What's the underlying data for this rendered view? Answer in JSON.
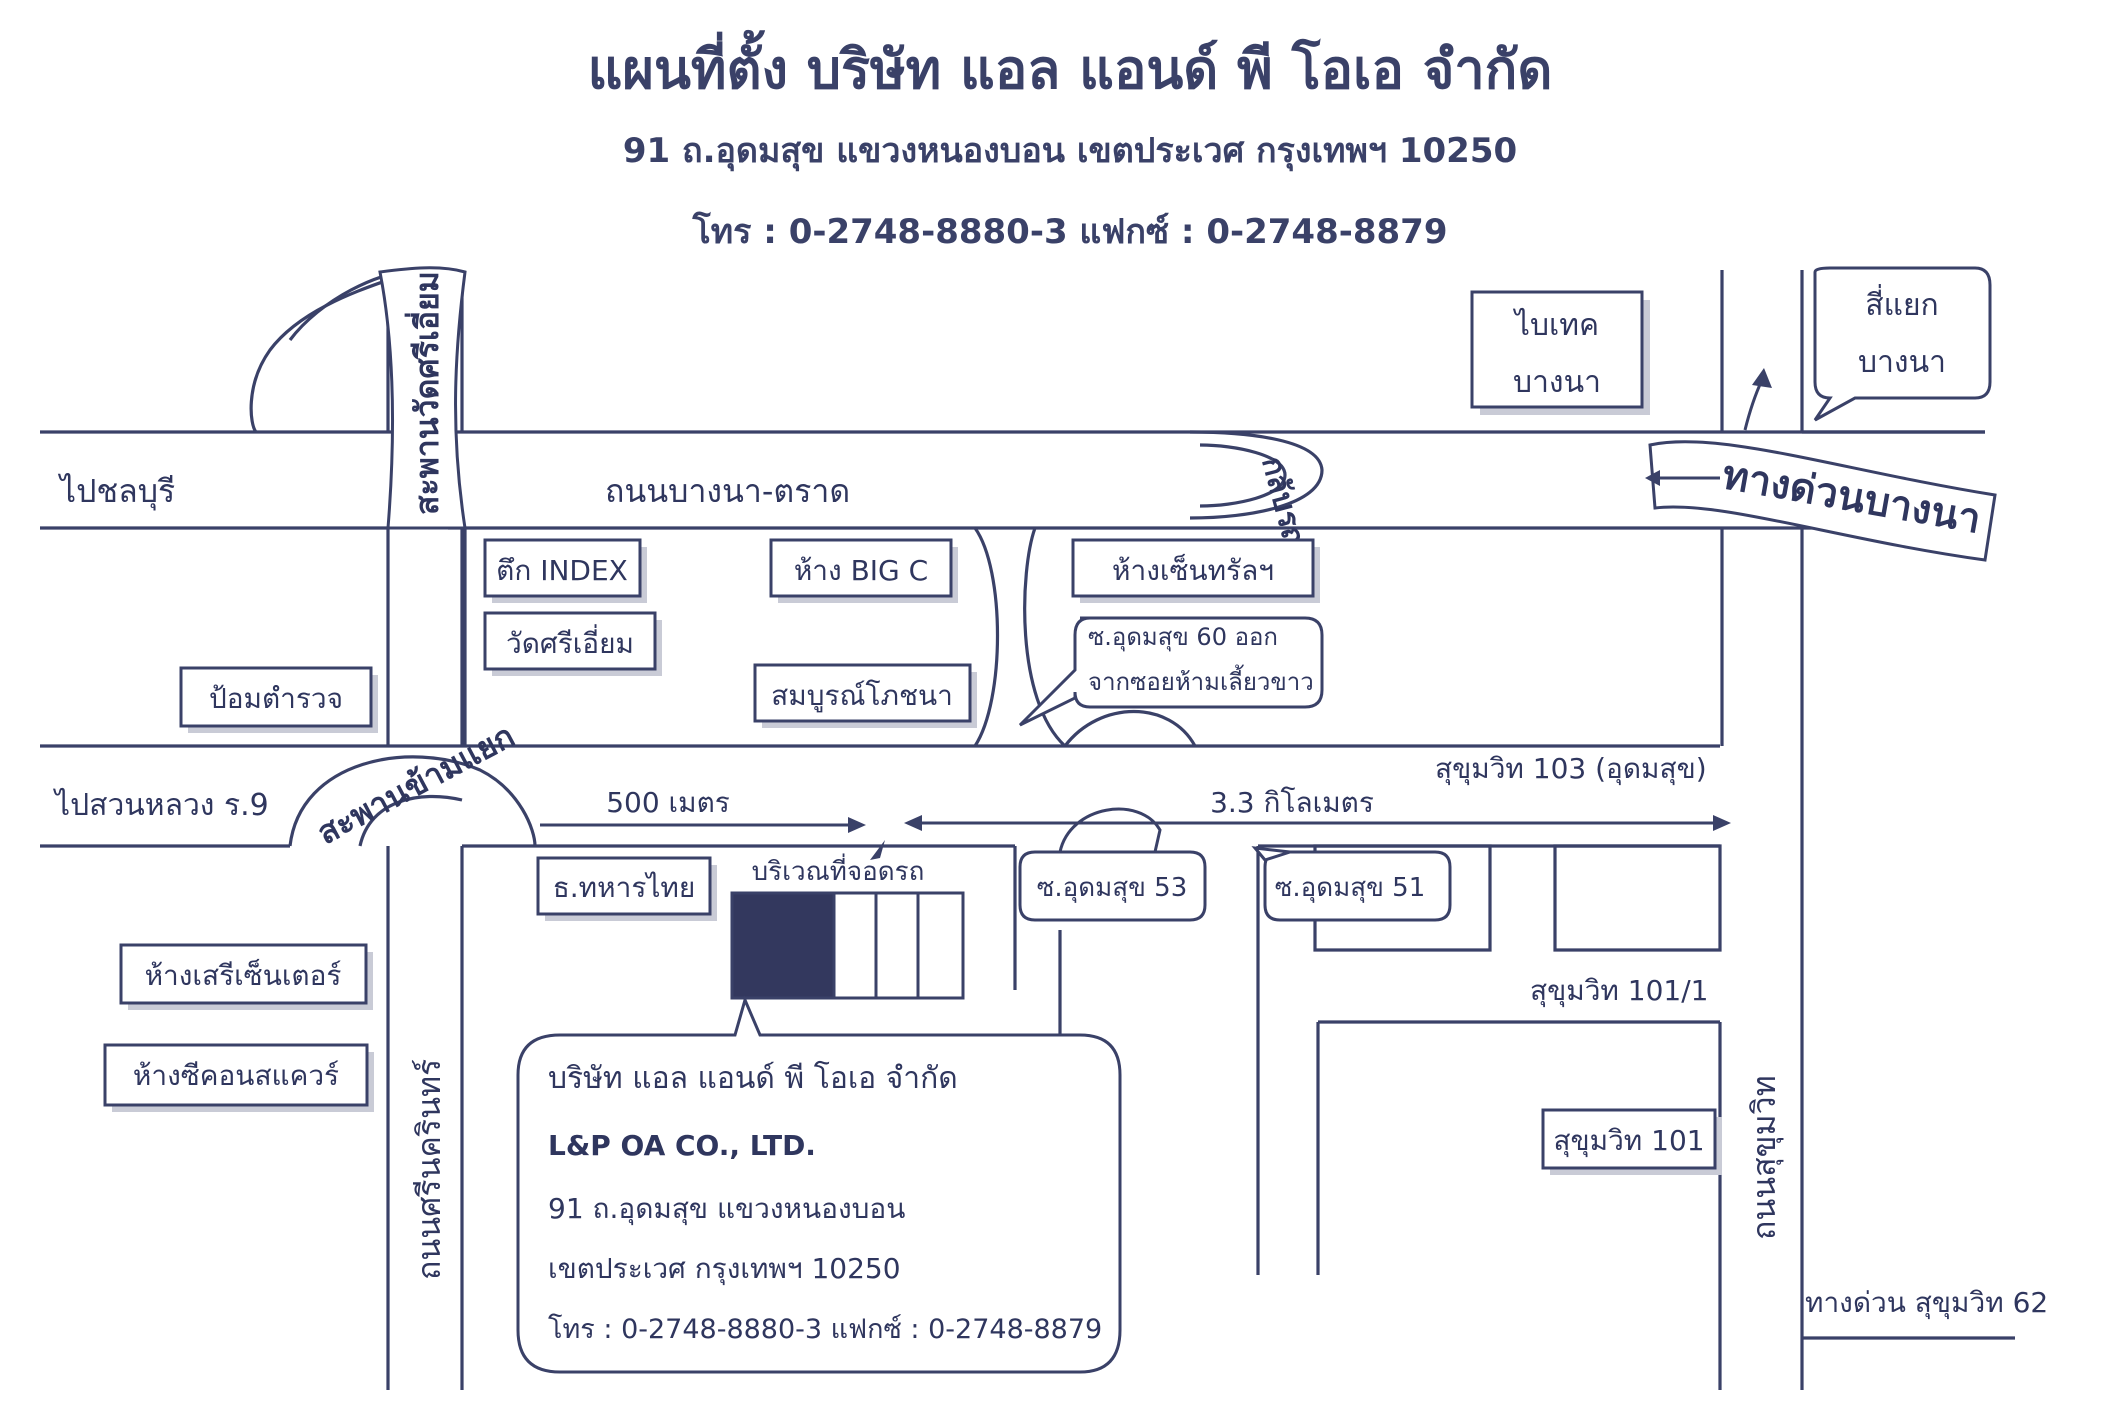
{
  "header": {
    "title": "แผนที่ตั้ง บริษัท แอล แอนด์ พี โอเอ จำกัด",
    "address": "91 ถ.อุดมสุข แขวงหนองบอน เขตประเวศ กรุงเทพฯ 10250",
    "contact": "โทร : 0-2748-8880-3   แฟกซ์ : 0-2748-8879"
  },
  "roads": {
    "to_chonburi": "ไปชลบุรี",
    "bangna_trad": "ถนนบางนา-ตราด",
    "to_suan_luang": "ไปสวนหลวง ร.9",
    "sukhumvit_103": "สุขุมวิท 103 (อุดมสุข)",
    "sukhumvit_101_1": "สุขุมวิท 101/1",
    "sukhumvit_101": "สุขุมวิท 101",
    "srinakarin": "ถนนศรีนครินทร์",
    "sukhumvit_road": "ถนนสุขุมวิท",
    "expressway_sukhumvit62": "ทางด่วน สุขุมวิท 62",
    "bangna_expressway": "ทางด่วนบางนา",
    "wat_sri_iam_bridge": "สะพานวัดศรีเอี่ยม",
    "flyover": "สะพานข้ามแยก",
    "u_turn": "กลับรถ"
  },
  "landmarks": {
    "bitec_line1": "ไบเทค",
    "bitec_line2": "บางนา",
    "bangna_junction_line1": "สี่แยก",
    "bangna_junction_line2": "บางนา",
    "index": "ตึก INDEX",
    "big_c": "ห้าง BIG C",
    "central": "ห้างเซ็นทรัลฯ",
    "wat_sri_iam": "วัดศรีเอี่ยม",
    "somboon": "สมบูรณ์โภชนา",
    "police_box": "ป้อมตำรวจ",
    "tmb": "ธ.ทหารไทย",
    "seri_center": "ห้างเสรีเซ็นเตอร์",
    "seacon": "ห้างซีคอนสแควร์",
    "soi_53": "ซ.อุดมสุข 53",
    "soi_51": "ซ.อุดมสุข 51",
    "soi60_note_line1": "ซ.อุดมสุข 60 ออก",
    "soi60_note_line2": "จากซอยห้ามเลี้ยวขาว",
    "parking": "บริเวณที่จอดรถ"
  },
  "distances": {
    "d500": "500 เมตร",
    "d3_3": "3.3 กิโลเมตร"
  },
  "company_box": {
    "name_th": "บริษัท แอล แอนด์ พี โอเอ จำกัด",
    "name_en": "L&P OA CO., LTD.",
    "addr1": "91 ถ.อุดมสุข  แขวงหนองบอน",
    "addr2": "เขตประเวศ กรุงเทพฯ 10250",
    "phone": "โทร : 0-2748-8880-3 แฟกซ์ : 0-2748-8879"
  },
  "colors": {
    "ink": "#3a4168",
    "building_dark": "#33385e"
  }
}
